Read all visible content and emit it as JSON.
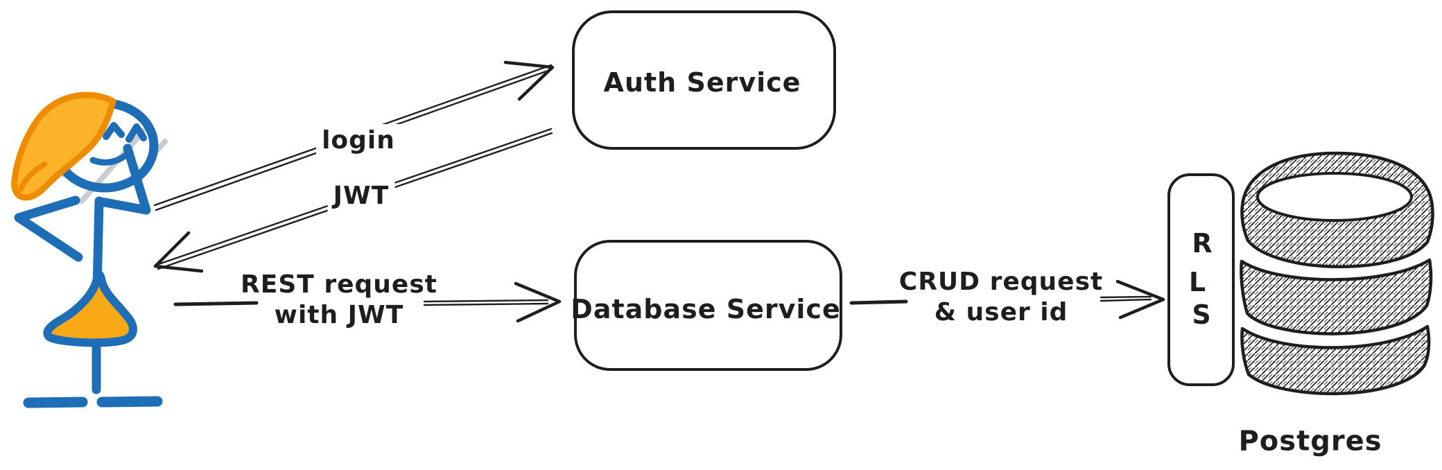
{
  "diagram": {
    "actor": {
      "description": "stick-figure-user"
    },
    "nodes": {
      "auth_service": {
        "label": "Auth Service"
      },
      "database_service": {
        "label": "Database Service"
      },
      "rls": {
        "letters": [
          "R",
          "L",
          "S"
        ]
      },
      "postgres": {
        "label": "Postgres"
      }
    },
    "edges": {
      "login": {
        "label": "login",
        "from": "user",
        "to": "auth_service"
      },
      "jwt": {
        "label": "JWT",
        "from": "auth_service",
        "to": "user"
      },
      "rest": {
        "label_line1": "REST request",
        "label_line2": "with JWT",
        "from": "user",
        "to": "database_service"
      },
      "crud": {
        "label_line1": "CRUD request",
        "label_line2": "& user id",
        "from": "database_service",
        "to": "rls"
      }
    },
    "icons": {
      "postgres_database_icon": "hatched-db-cylinder",
      "user_icon": "stick-figure-user"
    },
    "colors": {
      "stroke": "#1e1e1e",
      "actor_blue": "#1e6db7",
      "hair_outline_orange": "#ee8c00",
      "hair_fill": "#fcb32a",
      "dress_fill": "#f9a916",
      "pencil_gray": "#c8cdd4",
      "background": "#ffffff"
    }
  }
}
